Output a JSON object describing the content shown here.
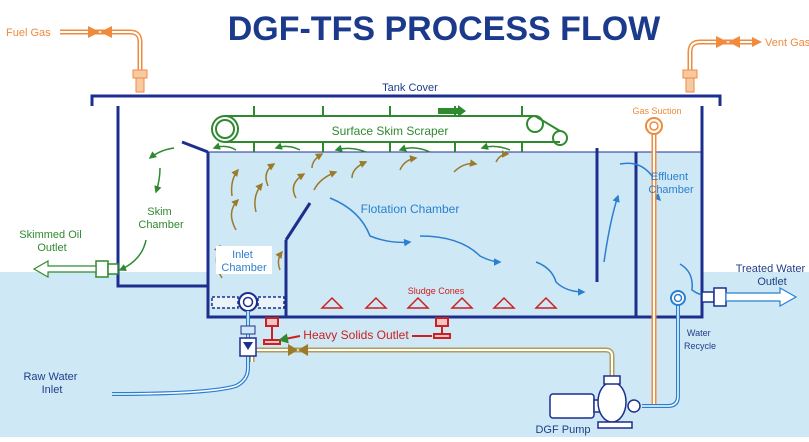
{
  "title": "DGF-TFS PROCESS FLOW",
  "colors": {
    "water": "#cfe8f5",
    "tank_wall": "#1c2f8f",
    "title": "#1b3a8c",
    "gas": "#f08a3c",
    "solids": "#cc1f1f",
    "water_line": "#2b7fd1",
    "recycle_line": "#b39b5a",
    "scraper": "#2f8a2f",
    "oil_arrow": "#9b7a2a",
    "label_dark": "#1e3e8a"
  },
  "labels": {
    "fuel_gas": "Fuel Gas",
    "vent_gas": "Vent Gas",
    "tank_cover": "Tank Cover",
    "surface_skim_scraper": "Surface Skim Scraper",
    "gas_suction": "Gas Suction",
    "effluent_chamber": "Effluent Chamber",
    "skim_chamber": "Skim Chamber",
    "flotation_chamber": "Flotation Chamber",
    "skimmed_oil_outlet": "Skimmed Oil Outlet",
    "inlet_chamber": "Inlet Chamber",
    "treated_water_outlet": "Treated Water Outlet",
    "sludge_cones": "Sludge Cones",
    "water_recycle": "Water Recycle",
    "heavy_solids_outlet": "Heavy Solids Outlet",
    "raw_water_inlet": "Raw Water Inlet",
    "dgf_pump": "DGF Pump"
  }
}
